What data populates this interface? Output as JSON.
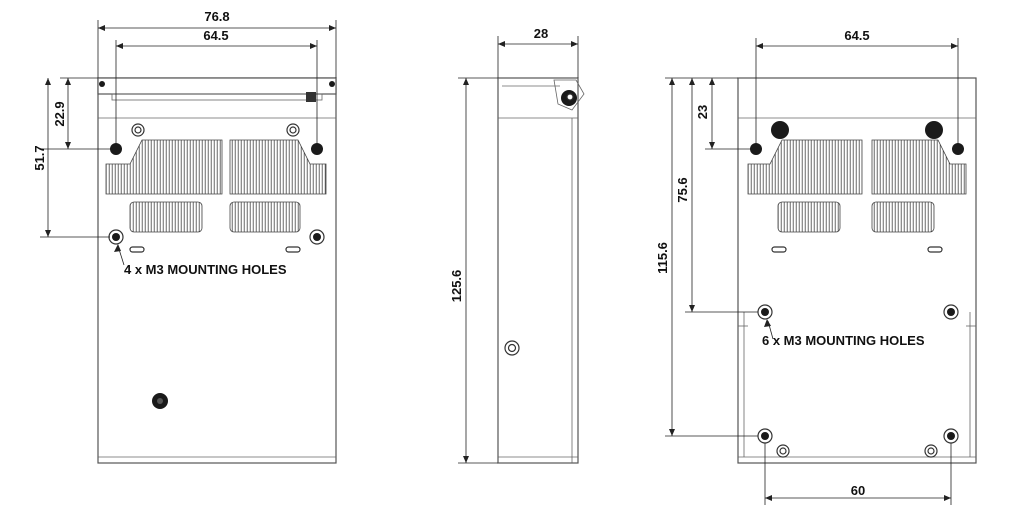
{
  "diagram": {
    "front_view": {
      "dim_width_total": "76.8",
      "dim_width_holes": "64.5",
      "dim_height_top": "22.9",
      "dim_height_holes": "51.7",
      "note": "4 x M3 MOUNTING HOLES"
    },
    "side_view": {
      "dim_depth": "28",
      "dim_height_total": "125.6"
    },
    "rear_view": {
      "dim_width_holes": "64.5",
      "dim_height_top": "23",
      "dim_height_mid": "75.6",
      "dim_height_bottom": "115.6",
      "dim_width_bottom": "60",
      "note": "6 x M3 MOUNTING HOLES"
    }
  },
  "colors": {
    "line": "#222222",
    "outline": "#555555",
    "hole": "#1a1a1a"
  }
}
